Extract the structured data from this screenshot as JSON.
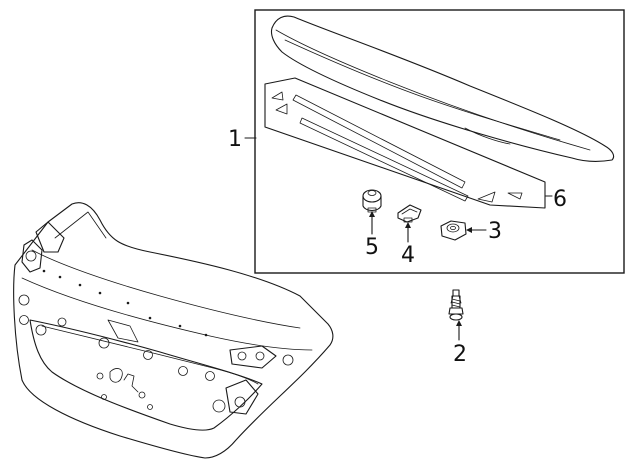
{
  "colors": {
    "line": "#1a1a1a",
    "background": "#ffffff"
  },
  "callouts": {
    "c1": "1",
    "c2": "2",
    "c3": "3",
    "c4": "4",
    "c5": "5",
    "c6": "6"
  },
  "parts": [
    {
      "id": "trunk-lid"
    },
    {
      "id": "spoiler"
    },
    {
      "id": "spoiler-gasket"
    },
    {
      "id": "bolt"
    },
    {
      "id": "nut"
    },
    {
      "id": "clip"
    },
    {
      "id": "grommet"
    }
  ]
}
